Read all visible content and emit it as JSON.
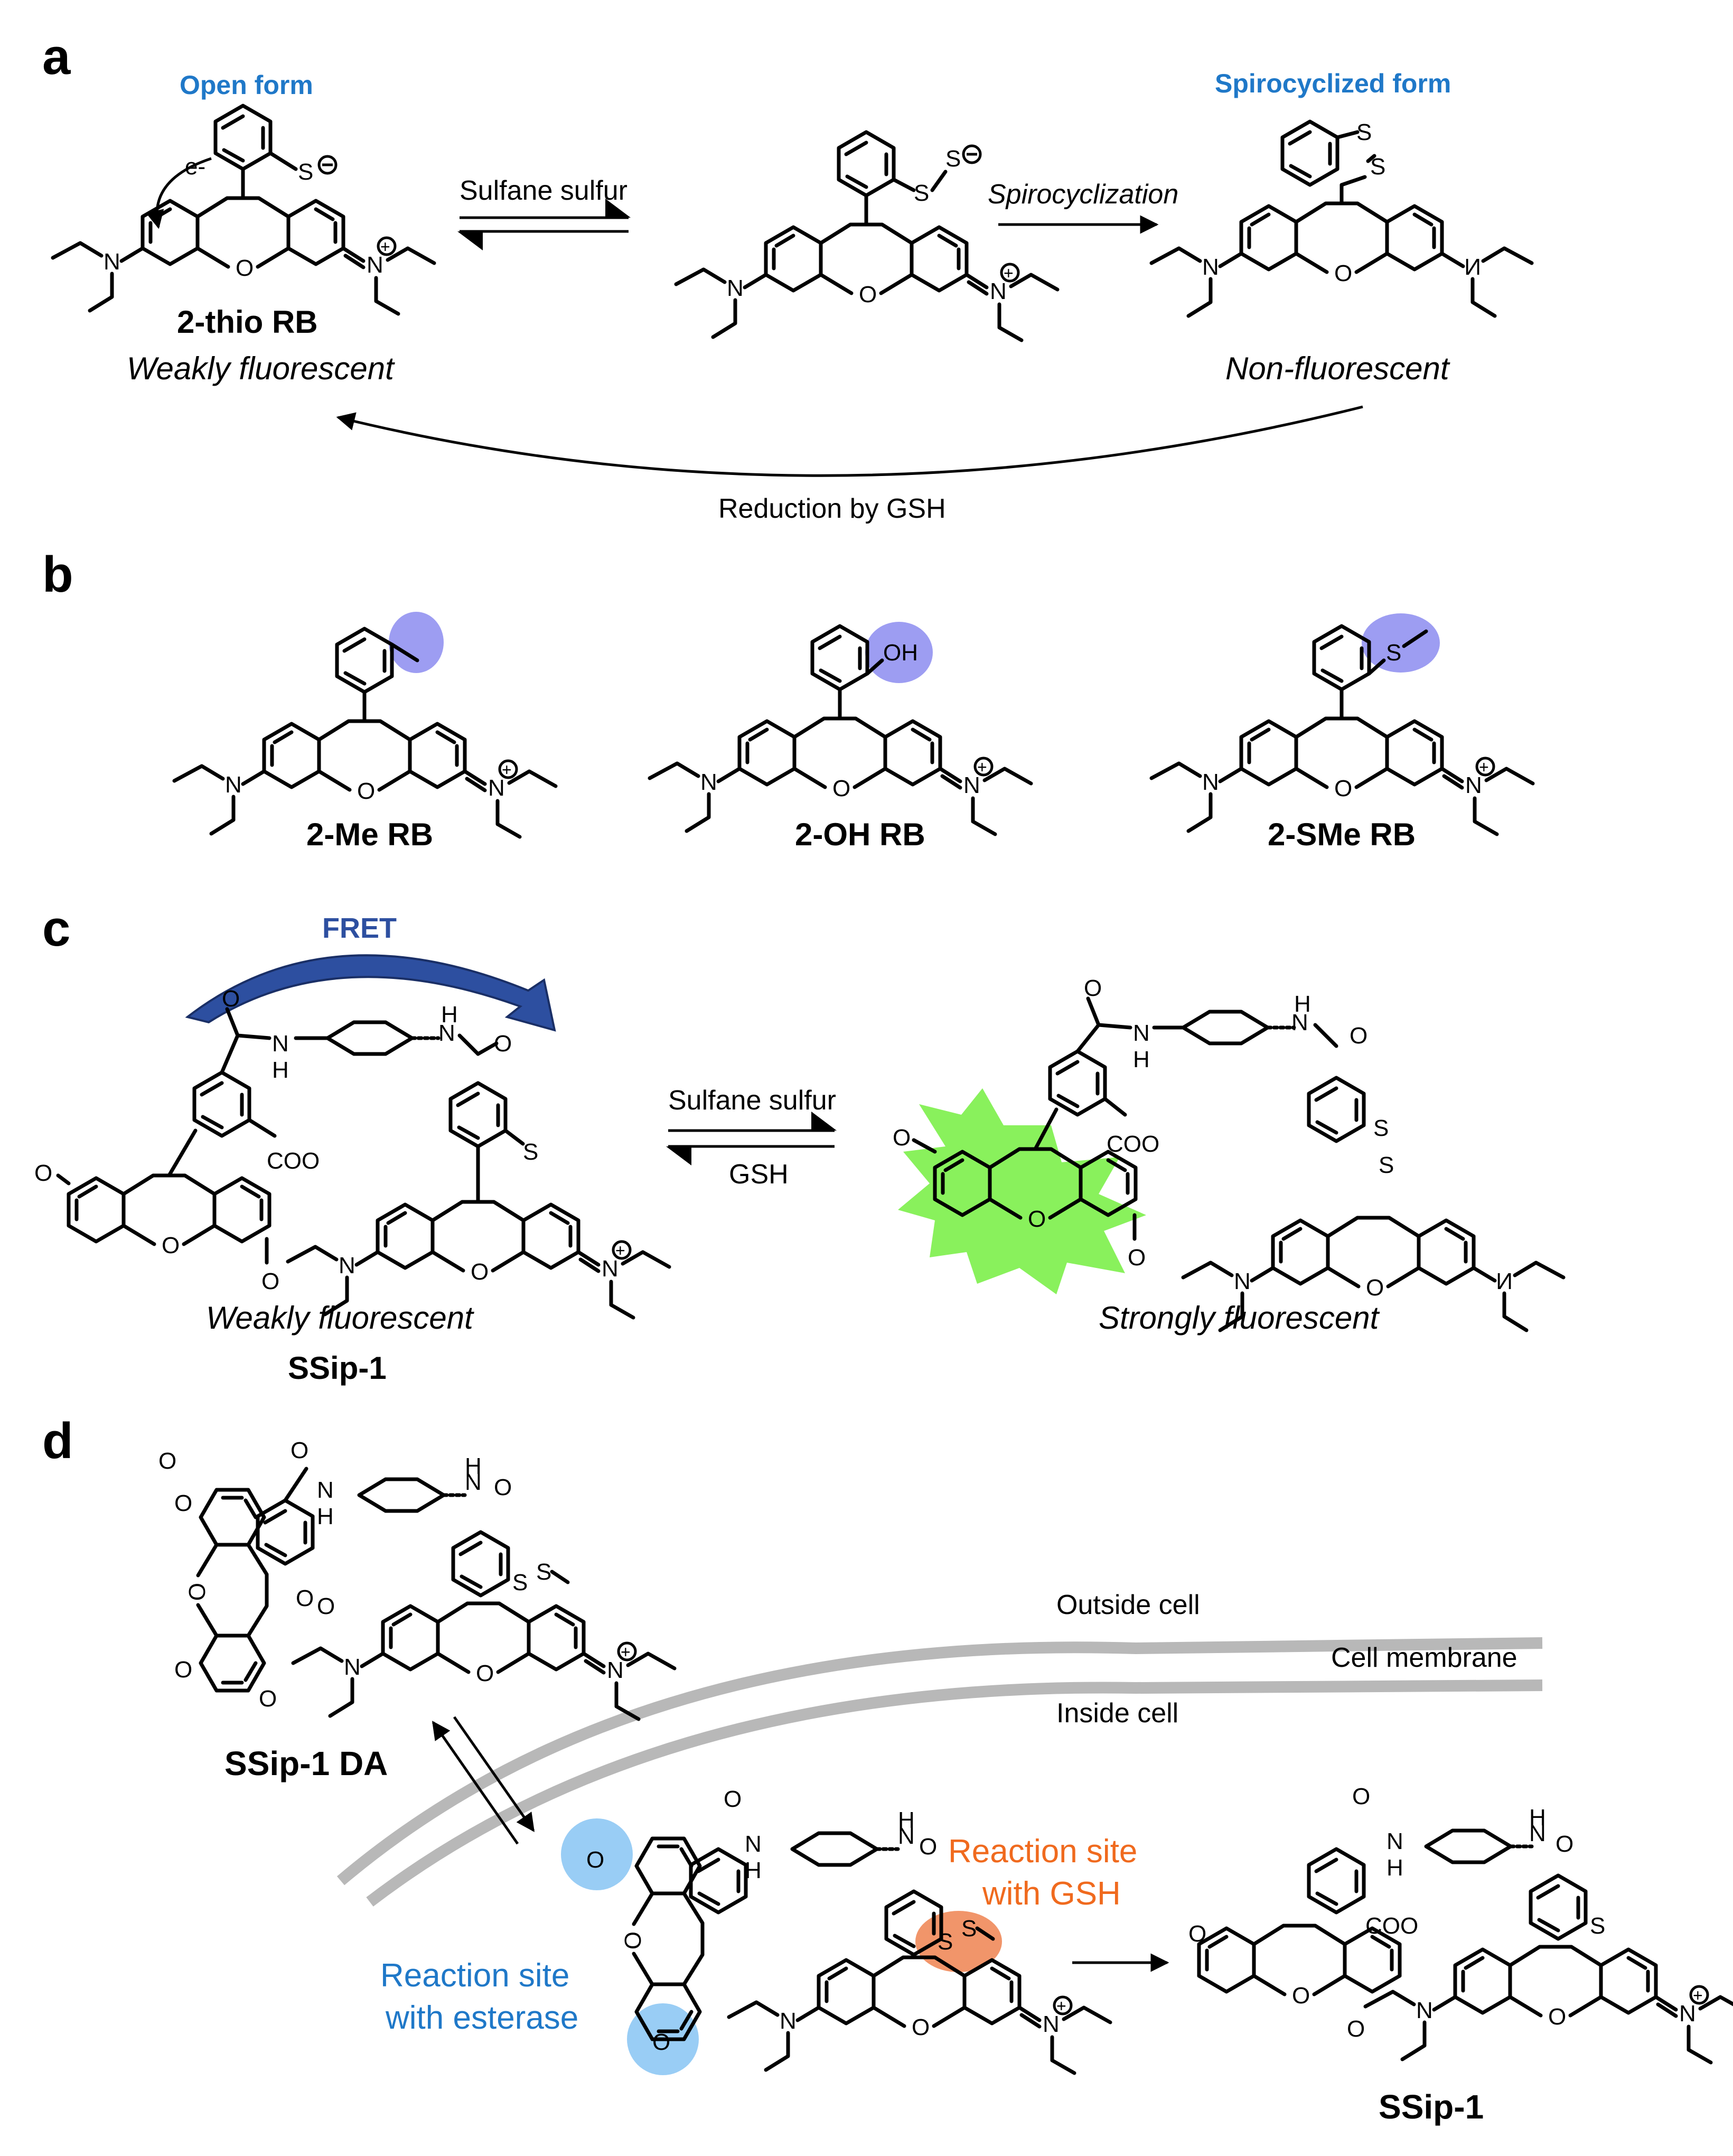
{
  "colors": {
    "heading_blue": "#1f78c8",
    "highlight_purple": "#8c8cf0",
    "fret_blue": "#2d4fa0",
    "fluor_green": "#7cf04a",
    "esterase_blue": "#8ec8f4",
    "gsh_orange": "#f08a5a",
    "esterase_text": "#1f78c8",
    "gsh_text": "#f06a1e",
    "membrane_gray": "#b8b8b8"
  },
  "panel_a": {
    "label": "a",
    "open_form": "Open form",
    "spiro_form": "Spirocyclized form",
    "electron": "e-",
    "compound": "2-thio RB",
    "weak": "Weakly fluorescent",
    "non": "Non-fluorescent",
    "arrow_sulfane": "Sulfane sulfur",
    "arrow_spiro": "Spirocyclization",
    "arrow_reduction": "Reduction by GSH"
  },
  "panel_b": {
    "label": "b",
    "compounds": [
      "2-Me RB",
      "2-OH RB",
      "2-SMe RB"
    ],
    "oh": "OH",
    "s": "S"
  },
  "panel_c": {
    "label": "c",
    "fret": "FRET",
    "arrow_top": "Sulfane sulfur",
    "arrow_bottom": "GSH",
    "weak": "Weakly fluorescent",
    "strong": "Strongly fluorescent",
    "compound": "SSip-1"
  },
  "panel_d": {
    "label": "d",
    "compound_da": "SSip-1 DA",
    "compound_final": "SSip-1",
    "outside": "Outside cell",
    "membrane": "Cell membrane",
    "inside": "Inside cell",
    "gsh_site_line1": "Reaction site",
    "gsh_site_line2": "with GSH",
    "esterase_site_line1": "Reaction site",
    "esterase_site_line2": "with esterase"
  },
  "atoms": {
    "N": "N",
    "O": "O",
    "S": "S",
    "NH": "N",
    "H": "H",
    "coo": "COO",
    "minus": "−",
    "plus": "+"
  }
}
